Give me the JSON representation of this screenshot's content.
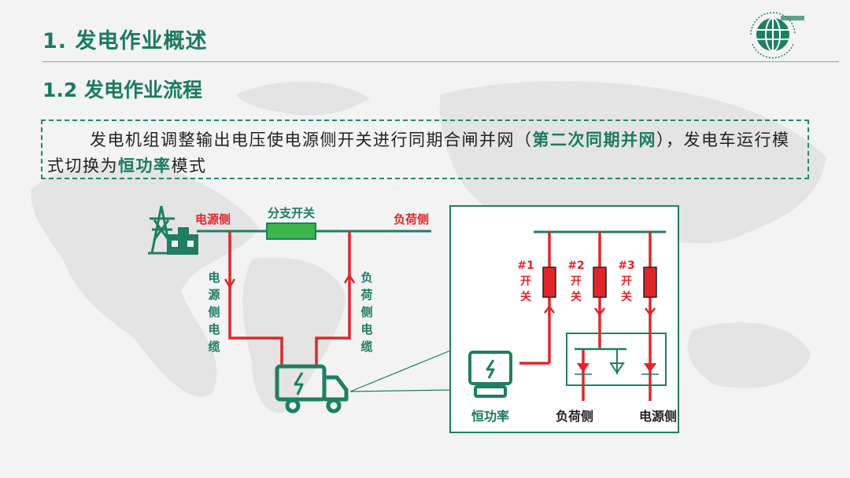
{
  "header": {
    "title": "1. 发电作业概述",
    "subtitle": "1.2 发电作业流程"
  },
  "description": {
    "part1": "发电机组调整输出电压使电源侧开关进行同期合闸并网（",
    "highlight1": "第二次同期并网",
    "part2": "），发电车运行模式切换为",
    "highlight2": "恒功率",
    "part3": "模式"
  },
  "diagram": {
    "source_side": "电源侧",
    "branch_switch": "分支开关",
    "load_side": "负荷侧",
    "source_cable": [
      "电",
      "源",
      "侧",
      "电",
      "缆"
    ],
    "load_cable": [
      "负",
      "荷",
      "侧",
      "电",
      "缆"
    ],
    "switches": [
      {
        "num": "#1",
        "c1": "开",
        "c2": "关"
      },
      {
        "num": "#2",
        "c1": "开",
        "c2": "关"
      },
      {
        "num": "#3",
        "c1": "开",
        "c2": "关"
      }
    ],
    "constant_power": "恒功率",
    "detail_load_side": "负荷侧",
    "detail_source_side": "电源侧"
  },
  "colors": {
    "brand_green": "#1b7a63",
    "line_red": "#e0262b",
    "switch_green": "#3cb54a",
    "icon_green": "#1e7f63"
  },
  "icons": {
    "logo": "state-grid-logo-icon",
    "tower": "power-tower-icon",
    "truck": "generator-truck-icon",
    "generator": "generator-icon"
  }
}
